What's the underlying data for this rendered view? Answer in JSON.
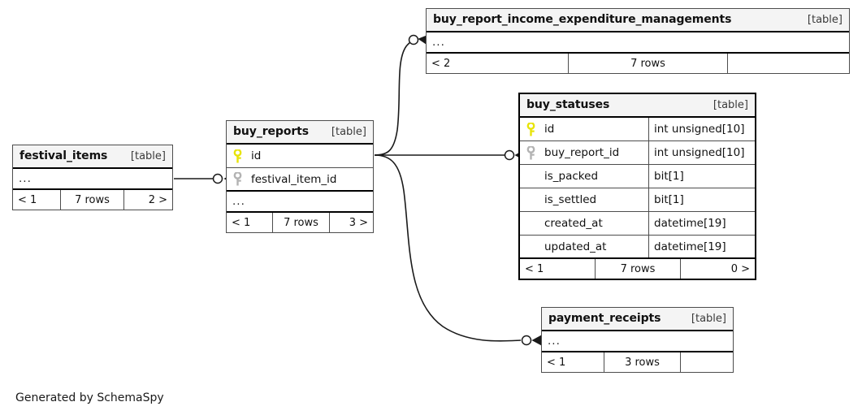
{
  "diagram": {
    "kind": "database-entity-relationship-diagram",
    "footer_note": "Generated by SchemaSpy",
    "type_label": "[table]",
    "ellipsis": "...",
    "colors": {
      "primary_key_icon": "#e8e409",
      "foreign_key_icon": "#b3b3b3",
      "header_background": "#f4f4f4",
      "border": "#4d4d4d",
      "focal_border": "#000000",
      "background": "#ffffff",
      "text": "#111111"
    }
  },
  "tables": {
    "buy_report_income_expenditure_managements": {
      "name": "buy_report_income_expenditure_managements",
      "type": "[table]",
      "has_hidden_columns": true,
      "hidden_columns_label": "...",
      "footer": {
        "left": "< 2",
        "center": "7 rows",
        "right": ""
      }
    },
    "buy_statuses": {
      "name": "buy_statuses",
      "type": "[table]",
      "focal": true,
      "columns": [
        {
          "key": "primary",
          "name": "id",
          "type": "int unsigned[10]"
        },
        {
          "key": "foreign",
          "name": "buy_report_id",
          "type": "int unsigned[10]"
        },
        {
          "key": "none",
          "name": "is_packed",
          "type": "bit[1]"
        },
        {
          "key": "none",
          "name": "is_settled",
          "type": "bit[1]"
        },
        {
          "key": "none",
          "name": "created_at",
          "type": "datetime[19]"
        },
        {
          "key": "none",
          "name": "updated_at",
          "type": "datetime[19]"
        }
      ],
      "footer": {
        "left": "< 1",
        "center": "7 rows",
        "right": "0 >"
      }
    },
    "buy_reports": {
      "name": "buy_reports",
      "type": "[table]",
      "columns": [
        {
          "key": "primary",
          "name": "id"
        },
        {
          "key": "foreign",
          "name": "festival_item_id"
        }
      ],
      "has_hidden_columns": true,
      "hidden_columns_label": "...",
      "footer": {
        "left": "< 1",
        "center": "7 rows",
        "right": "3 >"
      }
    },
    "festival_items": {
      "name": "festival_items",
      "type": "[table]",
      "has_hidden_columns": true,
      "hidden_columns_label": "...",
      "footer": {
        "left": "< 1",
        "center": "7 rows",
        "right": "2 >"
      }
    },
    "payment_receipts": {
      "name": "payment_receipts",
      "type": "[table]",
      "has_hidden_columns": true,
      "hidden_columns_label": "...",
      "footer": {
        "left": "< 1",
        "center": "3 rows",
        "right": ""
      }
    }
  },
  "relationships": [
    {
      "from": "festival_items",
      "to": "buy_reports",
      "to_column": "festival_item_id"
    },
    {
      "from": "buy_reports",
      "to": "buy_report_income_expenditure_managements"
    },
    {
      "from": "buy_reports",
      "to": "buy_statuses",
      "to_column": "buy_report_id"
    },
    {
      "from": "buy_reports",
      "to": "payment_receipts"
    }
  ]
}
